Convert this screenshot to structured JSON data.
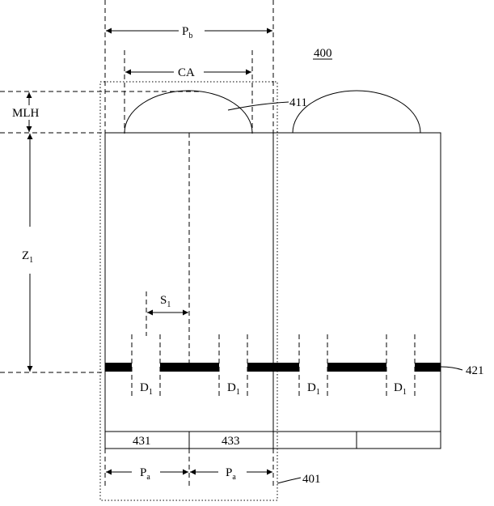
{
  "figure": {
    "ref_number": "400",
    "dimensions": {
      "pb": {
        "main": "P",
        "sub": "b"
      },
      "ca": "CA",
      "mlh": "MLH",
      "z1": {
        "main": "Z",
        "sub": "1"
      },
      "s1": {
        "main": "S",
        "sub": "1"
      },
      "pa_left": {
        "main": "P",
        "sub": "a"
      },
      "pa_right": {
        "main": "P",
        "sub": "a"
      }
    },
    "openings": [
      {
        "main": "D",
        "sub": "1"
      },
      {
        "main": "D",
        "sub": "1"
      },
      {
        "main": "D",
        "sub": "1"
      },
      {
        "main": "D",
        "sub": "1"
      }
    ],
    "callouts": {
      "microlens": "411",
      "mask_layer": "421",
      "unit_box": "401"
    },
    "pixels": [
      "431",
      "433",
      "",
      ""
    ]
  }
}
